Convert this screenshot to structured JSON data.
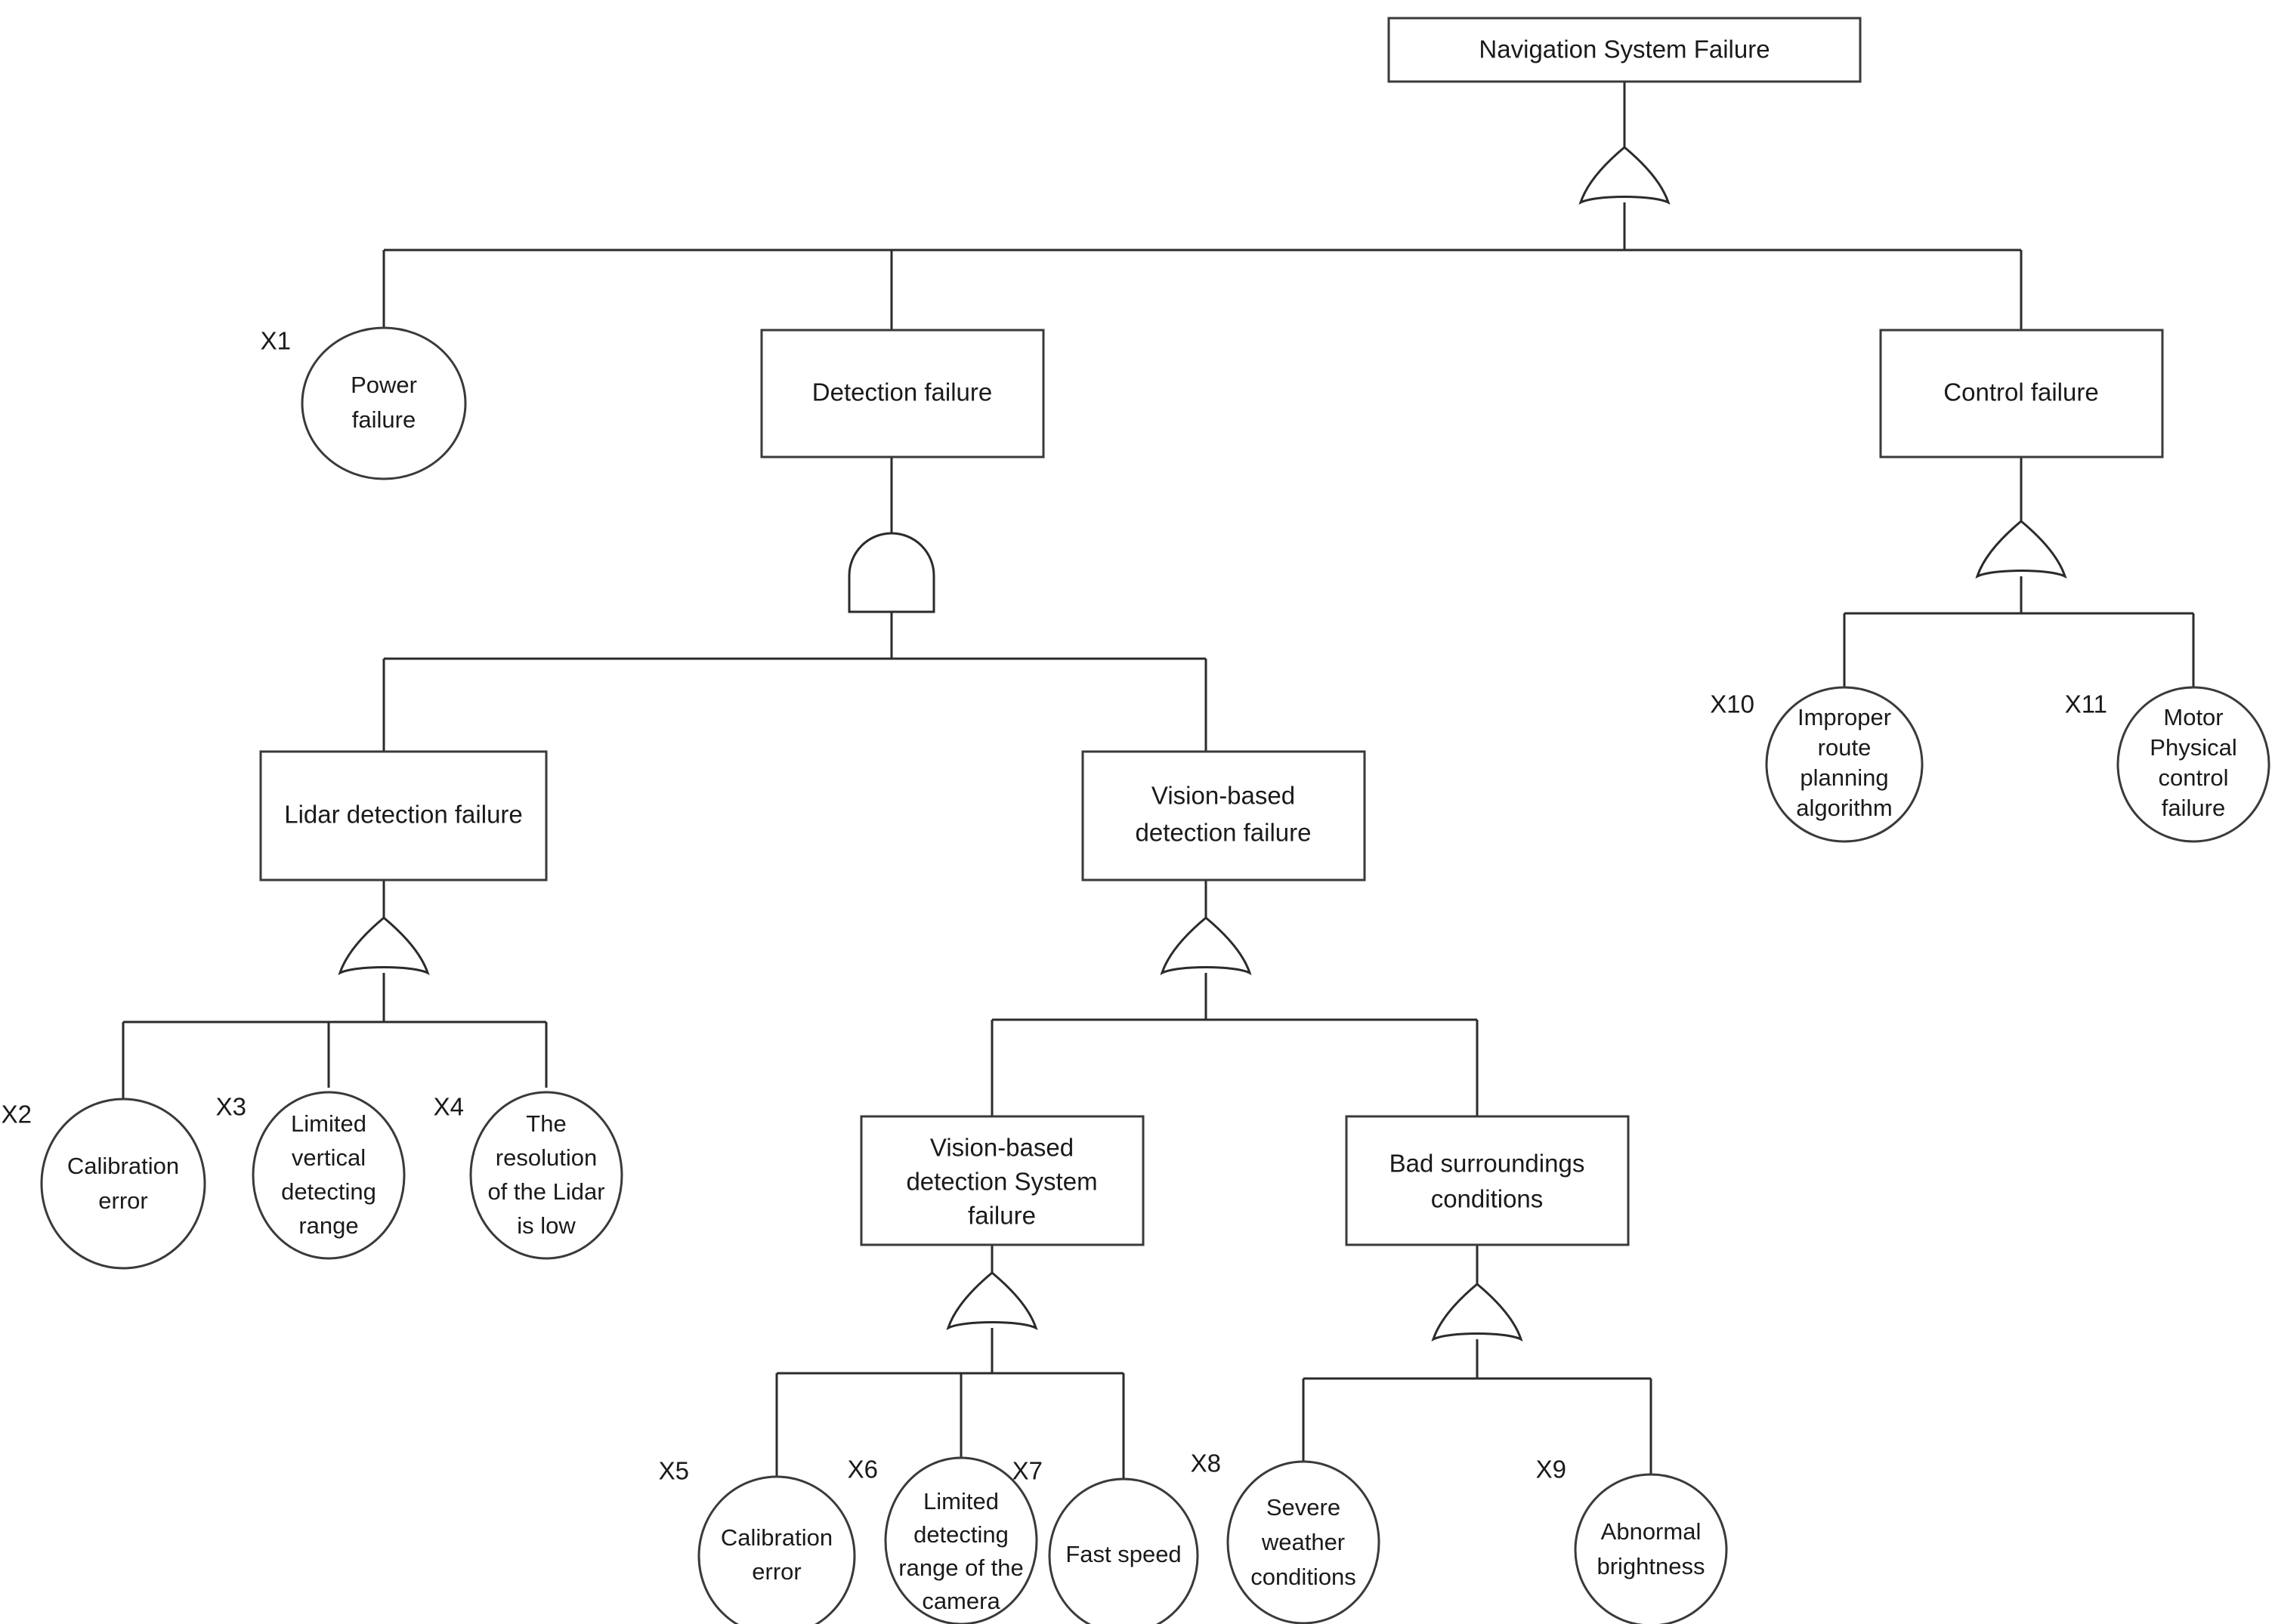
{
  "diagram": {
    "title": "Navigation System Failure Fault Tree",
    "type": "fault-tree",
    "colors": {
      "background": "#ffffff",
      "stroke": "#2b2b2b",
      "box_stroke": "#3a3a3a",
      "text": "#1a1a1a"
    }
  },
  "top_event": {
    "id": "T",
    "label": "Navigation System Failure",
    "shape": "rect",
    "gate": "OR"
  },
  "intermediate_events": [
    {
      "id": "M1",
      "label": "Detection  failure",
      "shape": "rect",
      "gate": "AND"
    },
    {
      "id": "M2",
      "label": "Control failure",
      "shape": "rect",
      "gate": "OR"
    },
    {
      "id": "M3",
      "label": "Lidar detection failure",
      "shape": "rect",
      "gate": "OR"
    },
    {
      "id": "M4",
      "label": "Vision-based detection failure",
      "lines": [
        "Vision-based",
        "detection failure"
      ],
      "shape": "rect",
      "gate": "OR"
    },
    {
      "id": "M5",
      "label": "Vision-based detection System failure",
      "lines": [
        "Vision-based",
        "detection System",
        "failure"
      ],
      "shape": "rect",
      "gate": "OR"
    },
    {
      "id": "M6",
      "label": "Bad surroundings conditions",
      "lines": [
        "Bad surroundings",
        "conditions"
      ],
      "shape": "rect",
      "gate": "OR"
    }
  ],
  "basic_events": [
    {
      "tag": "X1",
      "label": "Power failure",
      "lines": [
        "Power",
        "failure"
      ],
      "shape": "ellipse"
    },
    {
      "tag": "X2",
      "label": "Calibration error",
      "lines": [
        "Calibration",
        "error"
      ],
      "shape": "ellipse"
    },
    {
      "tag": "X3",
      "label": "Limited vertical detecting range",
      "lines": [
        "Limited",
        "vertical",
        "detecting",
        "range"
      ],
      "shape": "ellipse"
    },
    {
      "tag": "X4",
      "label": "The resolution of the Lidar is low",
      "lines": [
        "The",
        "resolution",
        "of the Lidar",
        "is low"
      ],
      "shape": "ellipse"
    },
    {
      "tag": "X5",
      "label": "Calibration error",
      "lines": [
        "Calibration",
        "error"
      ],
      "shape": "ellipse"
    },
    {
      "tag": "X6",
      "label": "Limited detecting range of the camera",
      "lines": [
        "Limited",
        "detecting",
        "range of the",
        "camera"
      ],
      "shape": "ellipse"
    },
    {
      "tag": "X7",
      "label": "Fast speed",
      "lines": [
        "Fast speed"
      ],
      "shape": "ellipse"
    },
    {
      "tag": "X8",
      "label": "Severe weather conditions",
      "lines": [
        "Severe",
        "weather",
        "conditions"
      ],
      "shape": "ellipse"
    },
    {
      "tag": "X9",
      "label": "Abnormal brightness",
      "lines": [
        "Abnormal",
        "brightness"
      ],
      "shape": "ellipse"
    },
    {
      "tag": "X10",
      "label": "Improper route planning algorithm",
      "lines": [
        "Improper",
        "route",
        "planning",
        "algorithm"
      ],
      "shape": "ellipse"
    },
    {
      "tag": "X11",
      "label": "Motor Physical control failure",
      "lines": [
        "Motor",
        "Physical",
        "control",
        "failure"
      ],
      "shape": "ellipse"
    }
  ],
  "gates": [
    {
      "id": "G1",
      "type": "OR",
      "parent": "T",
      "children": [
        "X1",
        "M1",
        "M2"
      ]
    },
    {
      "id": "G2",
      "type": "AND",
      "parent": "M1",
      "children": [
        "M3",
        "M4"
      ]
    },
    {
      "id": "G3",
      "type": "OR",
      "parent": "M2",
      "children": [
        "X10",
        "X11"
      ]
    },
    {
      "id": "G4",
      "type": "OR",
      "parent": "M3",
      "children": [
        "X2",
        "X3",
        "X4"
      ]
    },
    {
      "id": "G5",
      "type": "OR",
      "parent": "M4",
      "children": [
        "M5",
        "M6"
      ]
    },
    {
      "id": "G6",
      "type": "OR",
      "parent": "M5",
      "children": [
        "X5",
        "X6",
        "X7"
      ]
    },
    {
      "id": "G7",
      "type": "OR",
      "parent": "M6",
      "children": [
        "X8",
        "X9"
      ]
    }
  ]
}
